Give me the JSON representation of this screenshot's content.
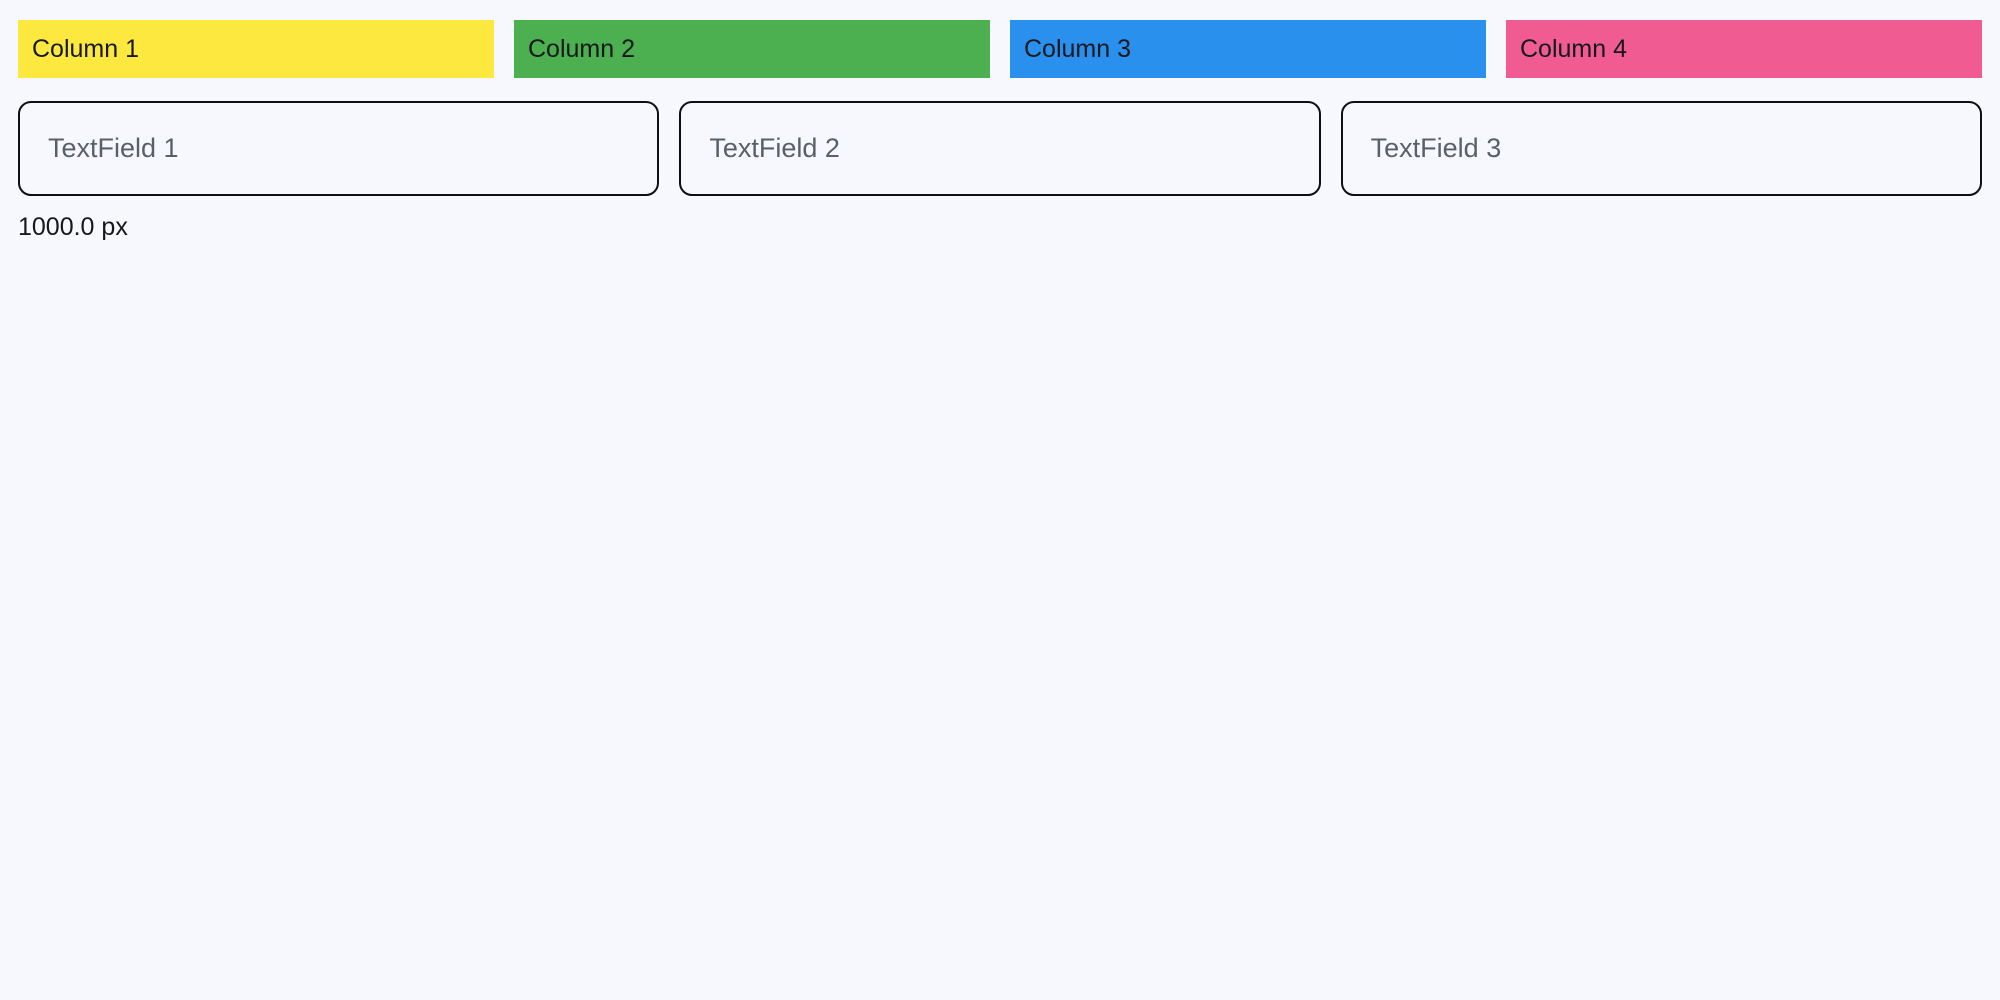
{
  "page": {
    "background_color": "#f7f8fd",
    "text_color": "#17181c"
  },
  "columns": {
    "items": [
      {
        "label": "Column 1",
        "color": "#fce83e"
      },
      {
        "label": "Column 2",
        "color": "#4caf50"
      },
      {
        "label": "Column 3",
        "color": "#2a90ed"
      },
      {
        "label": "Column 4",
        "color": "#f05c92"
      }
    ]
  },
  "fields": {
    "placeholder_color": "#5a6069",
    "border_color": "#0d0f13",
    "items": [
      {
        "placeholder": "TextField 1",
        "value": ""
      },
      {
        "placeholder": "TextField 2",
        "value": ""
      },
      {
        "placeholder": "TextField 3",
        "value": ""
      }
    ]
  },
  "status": {
    "measurement": "1000.0 px"
  }
}
